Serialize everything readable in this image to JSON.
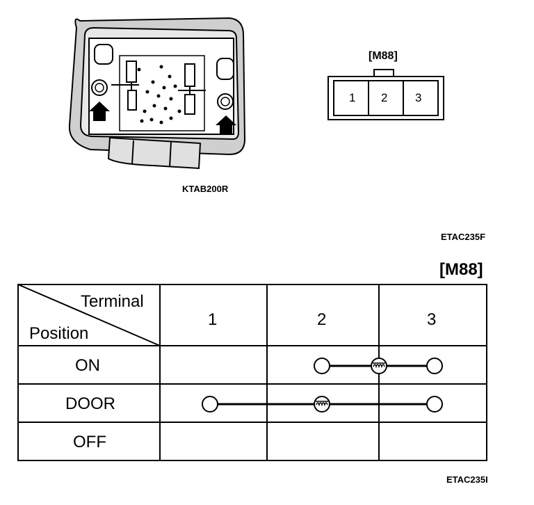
{
  "lamp_caption": "KTAB200R",
  "connector": {
    "label": "[M88]",
    "pins": [
      "1",
      "2",
      "3"
    ]
  },
  "figure1_code": "ETAC235F",
  "table": {
    "connector_label": "[M88]",
    "header_terminal": "Terminal",
    "header_position": "Position",
    "terminals": [
      "1",
      "2",
      "3"
    ],
    "rows": [
      {
        "position": "ON",
        "connected": [
          "2",
          "3"
        ],
        "component_at": "between 2 and 3"
      },
      {
        "position": "DOOR",
        "connected": [
          "1",
          "3"
        ],
        "component_at": "2"
      },
      {
        "position": "OFF",
        "connected": []
      }
    ]
  },
  "figure2_code": "ETAC235I"
}
